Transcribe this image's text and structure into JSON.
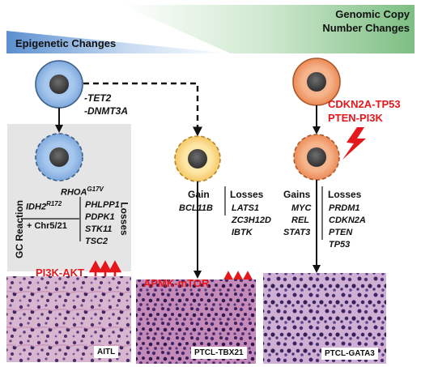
{
  "header": {
    "epigenetic": "Epigenetic Changes",
    "genomic_line1": "Genomic Copy",
    "genomic_line2": "Number Changes"
  },
  "colors": {
    "epigenetic_gradient": [
      "#5b8fd0",
      "#ffffff"
    ],
    "genomic_gradient": [
      "#ffffff",
      "#7dbf83"
    ],
    "stem_cell": "#9fc3ec",
    "tbx21_cell": "#fde49a",
    "gata3_cell": "#f3a57a",
    "highlight_red": "#e5171b",
    "gc_box": "#e5e5e5"
  },
  "top_left_mutations": [
    "-TET2",
    "-DNMT3A"
  ],
  "gc_box": {
    "title": "GC Reaction",
    "rhoa": "RHOA",
    "rhoa_sup": "G17V",
    "idh2": "IDH2",
    "idh2_sup": "R172",
    "chr": "+ Chr5/21",
    "losses_title": "Losses",
    "losses": [
      "PHLPP1",
      "PDPK1",
      "STK11",
      "TSC2"
    ],
    "pathway": "PI3K-AKT"
  },
  "tbx21_branch": {
    "gain_title": "Gain",
    "gains": [
      "BCL11B"
    ],
    "losses_title": "Losses",
    "losses": [
      "LATS1",
      "ZC3H12D",
      "IBTK"
    ],
    "pathway": "APMK-mTOR"
  },
  "gata3_branch": {
    "alterations": [
      "CDKN2A-TP53",
      "PTEN-PI3K"
    ],
    "gains_title": "Gains",
    "gains": [
      "MYC",
      "REL",
      "STAT3"
    ],
    "losses_title": "Losses",
    "losses": [
      "PRDM1",
      "CDKN2A",
      "PTEN",
      "TP53"
    ]
  },
  "histology": {
    "aitl": "AITL",
    "ptcl_tbx21": "PTCL-TBX21",
    "ptcl_gata3": "PTCL-GATA3"
  }
}
